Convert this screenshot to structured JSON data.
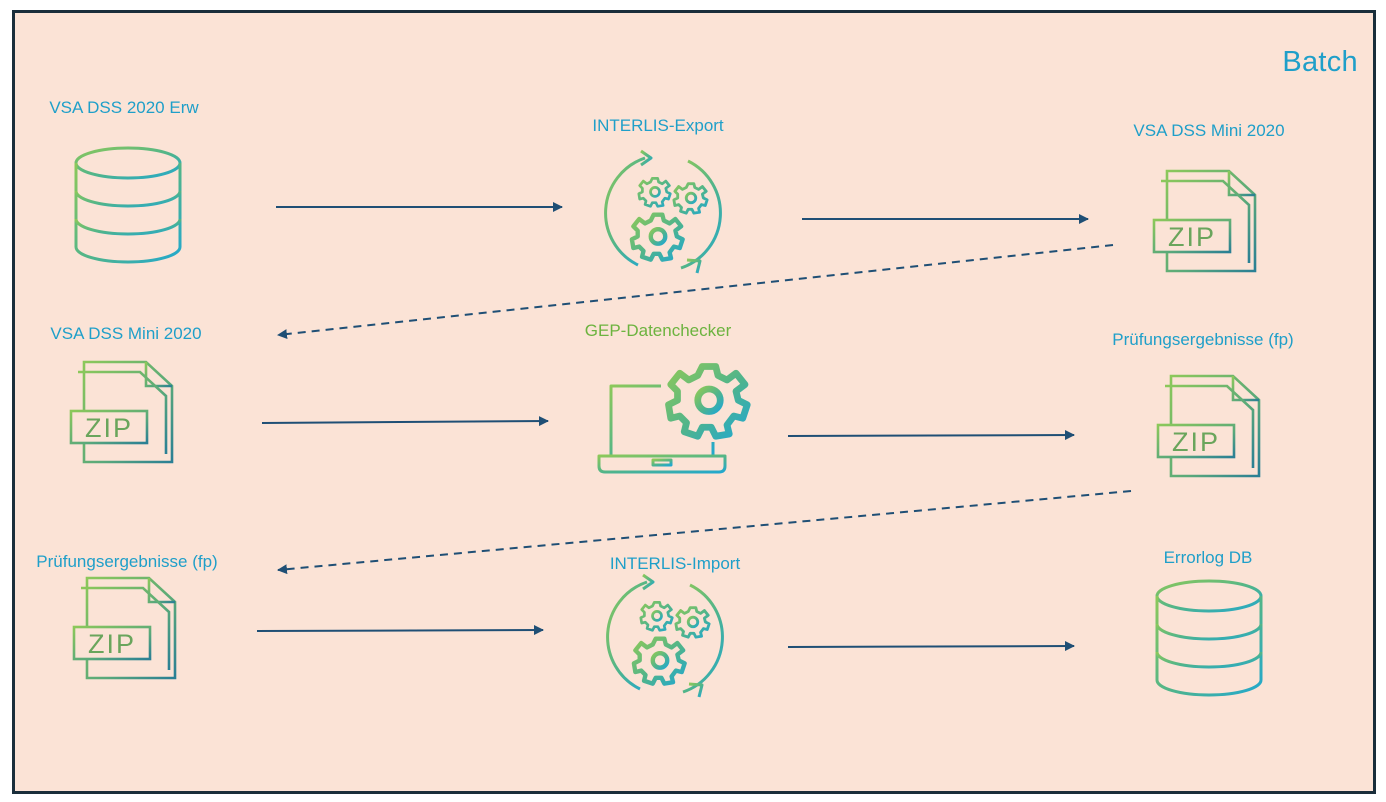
{
  "title": "Batch",
  "colors": {
    "background": "#fbe3d6",
    "frame_border": "#1a2e3b",
    "label_blue": "#1f9fc9",
    "label_green": "#6cb33f",
    "arrow": "#1f4f75",
    "icon_gradient_start": "#8cc85a",
    "icon_gradient_end": "#22a8cf"
  },
  "rows": [
    {
      "source": {
        "label": "VSA DSS 2020 Erw",
        "icon": "database-icon"
      },
      "process": {
        "label": "INTERLIS-Export",
        "icon": "gears-cycle-icon"
      },
      "target": {
        "label": "VSA DSS Mini 2020",
        "icon": "zip-file-icon"
      }
    },
    {
      "source": {
        "label": "VSA DSS Mini 2020",
        "icon": "zip-file-icon"
      },
      "process": {
        "label": "GEP-Datenchecker",
        "icon": "laptop-gear-icon"
      },
      "target": {
        "label": "Prüfungsergebnisse (fp)",
        "icon": "zip-file-icon"
      }
    },
    {
      "source": {
        "label": "Prüfungsergebnisse (fp)",
        "icon": "zip-file-icon"
      },
      "process": {
        "label": "INTERLIS-Import",
        "icon": "gears-cycle-icon"
      },
      "target": {
        "label": "Errorlog DB",
        "icon": "database-icon"
      }
    }
  ],
  "zip_text": "ZIP"
}
